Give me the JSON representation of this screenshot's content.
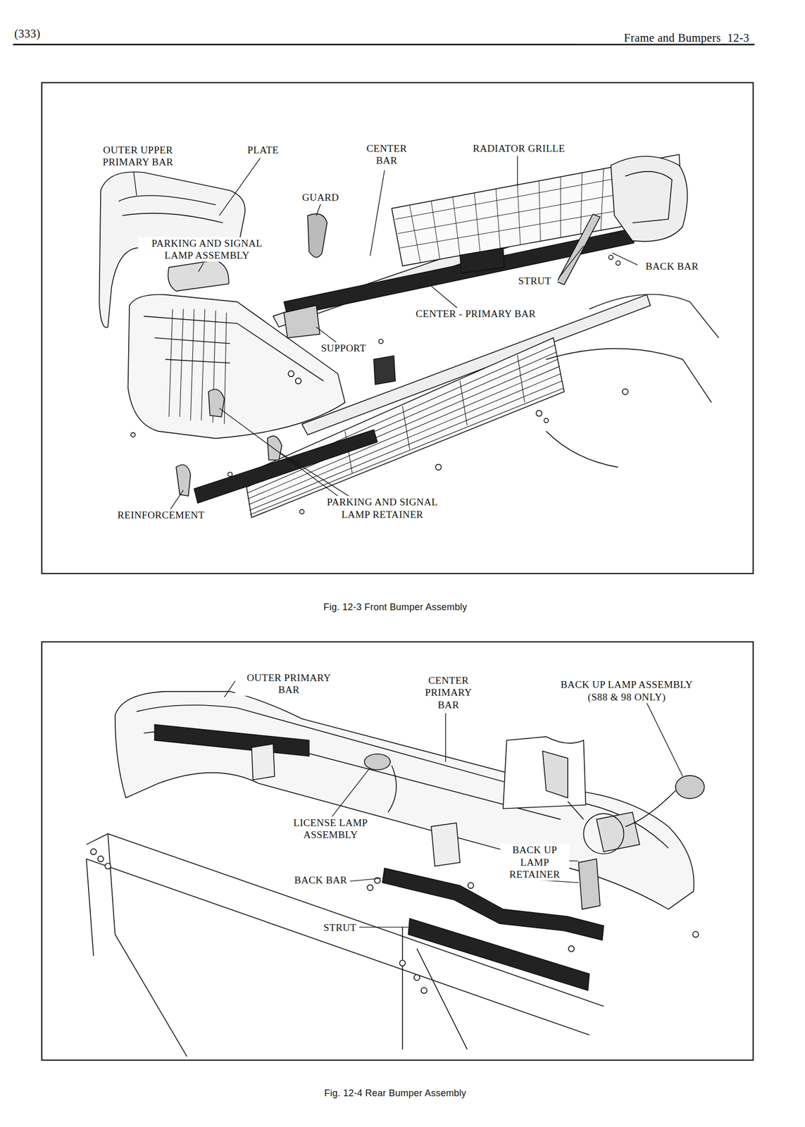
{
  "diagram": {
    "title": "Frame and Bumpers",
    "labels": [
      "(333)",
      "12-3",
      "OUTER UPPER PRIMARY BAR",
      "PLATE",
      "CENTER BAR",
      "RADIATOR GRILLE",
      "GUARD",
      "PARKING AND SIGNAL LAMP ASSEMBLY",
      "STRUT",
      "BACK BAR",
      "CENTER - PRIMARY BAR",
      "SUPPORT",
      "PARKING AND SIGNAL LAMP RETAINER",
      "REINFORCEMENT",
      "Fig. 12-3 Front Bumper Assembly",
      "OUTER PRIMARY BAR",
      "CENTER PRIMARY BAR",
      "BACK UP LAMP ASSEMBLY",
      "(S88 & 98 ONLY)",
      "LICENSE LAMP ASSEMBLY",
      "BACK UP LAMP RETAINER",
      "BACK BAR",
      "STRUT",
      "Fig. 12-4 Rear Bumper Assembly"
    ]
  }
}
